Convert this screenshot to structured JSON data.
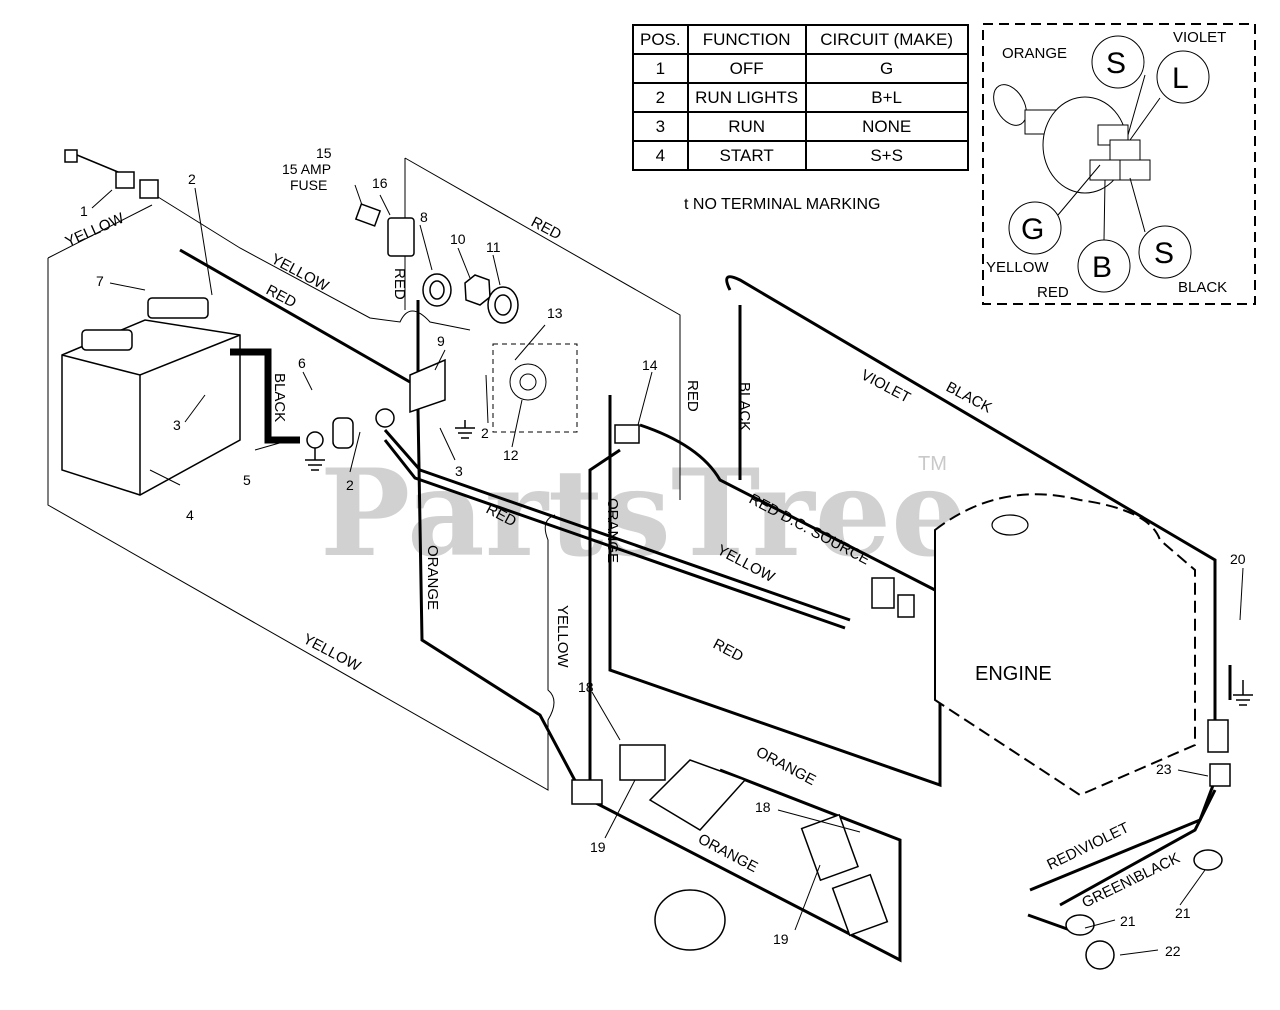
{
  "watermark": "PartsTree",
  "trademark": "TM",
  "table": {
    "headers": [
      "POS.",
      "FUNCTION",
      "CIRCUIT (MAKE)"
    ],
    "rows": [
      [
        "1",
        "OFF",
        "G"
      ],
      [
        "2",
        "RUN LIGHTS",
        "B+L"
      ],
      [
        "3",
        "RUN",
        "NONE"
      ],
      [
        "4",
        "START",
        "S+S"
      ]
    ]
  },
  "note": "t NO TERMINAL MARKING",
  "switch_inset": {
    "terminals": {
      "s_top": "S",
      "l": "L",
      "g": "G",
      "b": "B",
      "s_bottom": "S"
    },
    "labels": {
      "orange": "ORANGE",
      "violet": "VIOLET",
      "yellow": "YELLOW",
      "red": "RED",
      "black": "BLACK"
    }
  },
  "wire_labels": {
    "yellow_1": "YELLOW",
    "yellow_2": "YELLOW",
    "yellow_3": "YELLOW",
    "yellow_4": "YELLOW",
    "yellow_5": "YELLOW",
    "red_1": "RED",
    "red_2": "RED",
    "red_3": "RED",
    "red_4": "RED",
    "red_5": "RED",
    "red_dc": "RED  D.C. SOURCE",
    "black_1": "BLACK",
    "black_2": "BLACK",
    "black_3": "BLACK",
    "violet": "VIOLET",
    "orange_1": "ORANGE",
    "orange_2": "ORANGE",
    "orange_3": "ORANGE",
    "orange_4": "ORANGE",
    "red_violet": "RED\\VIOLET",
    "green_black": "GREEN\\BLACK"
  },
  "engine_label": "ENGINE",
  "fuse_label": "15 AMP FUSE",
  "fuse_label_line1": "15 AMP",
  "fuse_label_line2": "FUSE",
  "callouts": {
    "c1": "1",
    "c2a": "2",
    "c2b": "2",
    "c2c": "2",
    "c3a": "3",
    "c3b": "3",
    "c4": "4",
    "c5": "5",
    "c6": "6",
    "c7": "7",
    "c8": "8",
    "c9": "9",
    "c10": "10",
    "c11": "11",
    "c12": "12",
    "c13": "13",
    "c14": "14",
    "c15": "15",
    "c16": "16",
    "c18a": "18",
    "c18b": "18",
    "c19a": "19",
    "c19b": "19",
    "c20": "20",
    "c21a": "21",
    "c21b": "21",
    "c22": "22",
    "c23": "23"
  }
}
